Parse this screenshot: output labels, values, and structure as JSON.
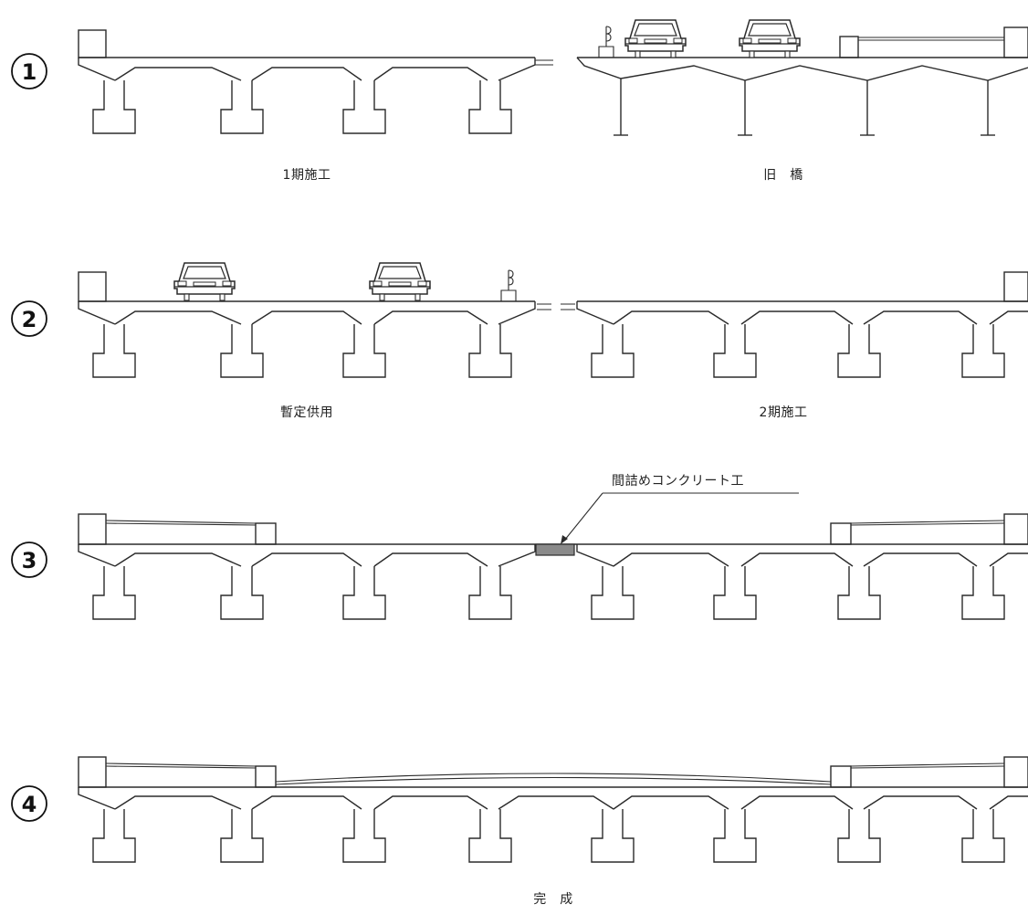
{
  "steps": [
    {
      "number": "1",
      "labels": {
        "left": "1期施工",
        "right": "旧　橋"
      }
    },
    {
      "number": "2",
      "labels": {
        "left": "暫定供用",
        "right": "2期施工"
      }
    },
    {
      "number": "3",
      "callout": "間詰めコンクリート工"
    },
    {
      "number": "4",
      "labels": {
        "center": "完　成"
      }
    }
  ]
}
